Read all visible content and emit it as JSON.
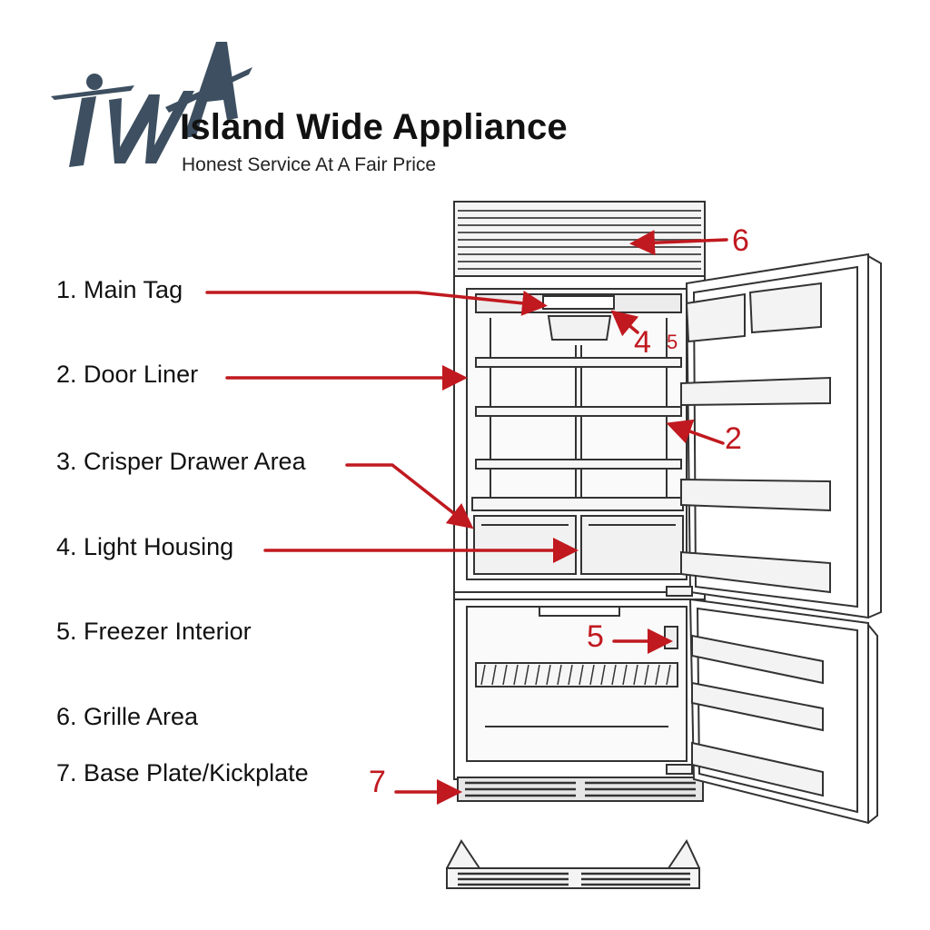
{
  "brand": {
    "logo_text": "IWA",
    "title": "Island Wide Appliance",
    "tagline": "Honest Service At A Fair Price"
  },
  "legend": [
    {
      "label": "1. Main Tag"
    },
    {
      "label": "2. Door Liner"
    },
    {
      "label": "3. Crisper Drawer Area"
    },
    {
      "label": "4. Light Housing"
    },
    {
      "label": "5. Freezer Interior"
    },
    {
      "label": "6. Grille Area"
    },
    {
      "label": "7. Base Plate/Kickplate"
    }
  ],
  "callouts": [
    "6",
    "4",
    "5",
    "2",
    "5",
    "7"
  ],
  "colors": {
    "arrow": "#c0191f",
    "line": "#3a3a3a",
    "logo": "#3d4f60"
  }
}
